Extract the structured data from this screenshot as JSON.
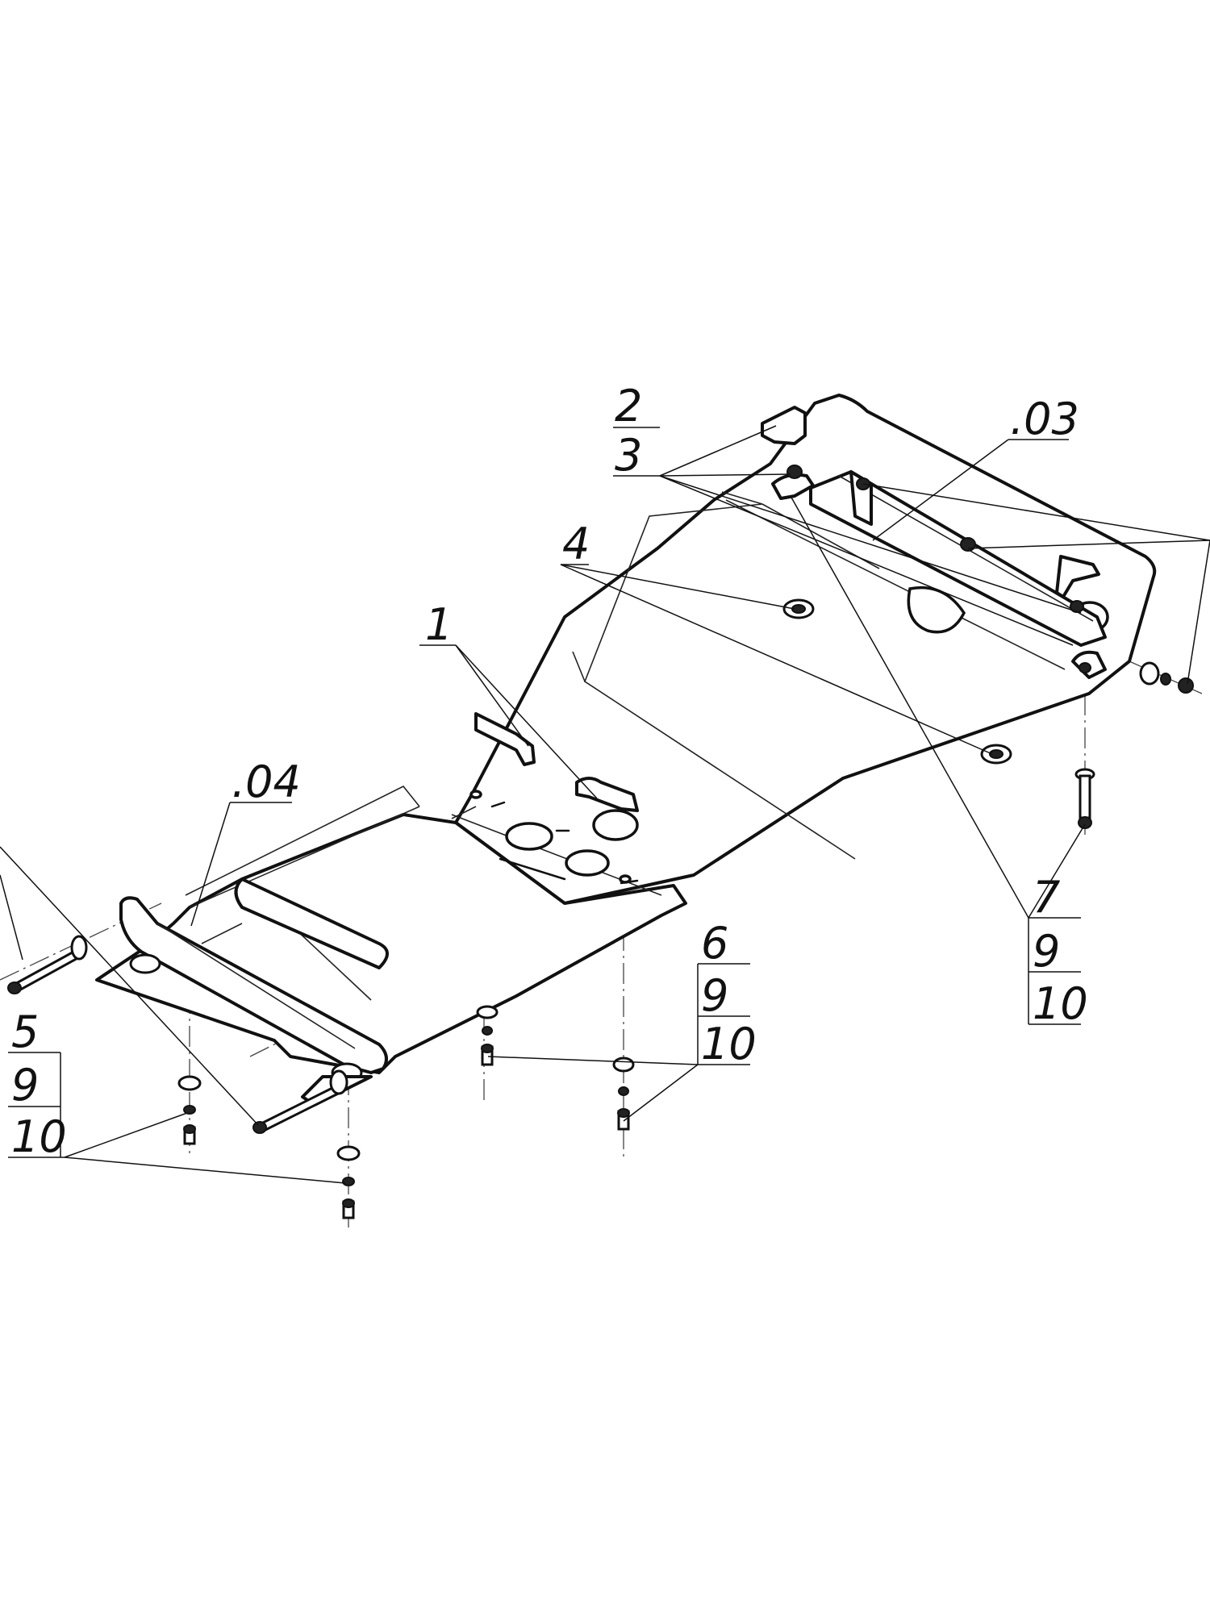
{
  "diagram": {
    "labels": {
      "l1": "1",
      "l2": "2",
      "l3": "3",
      "l4": "4",
      "l03": ".03",
      "l04": ".04",
      "l5": "5",
      "l6": "6",
      "l7": "7",
      "l5_9": "9",
      "l5_10": "10",
      "l6_9": "9",
      "l6_10": "10",
      "l7_9": "9",
      "l7_10": "10"
    }
  }
}
